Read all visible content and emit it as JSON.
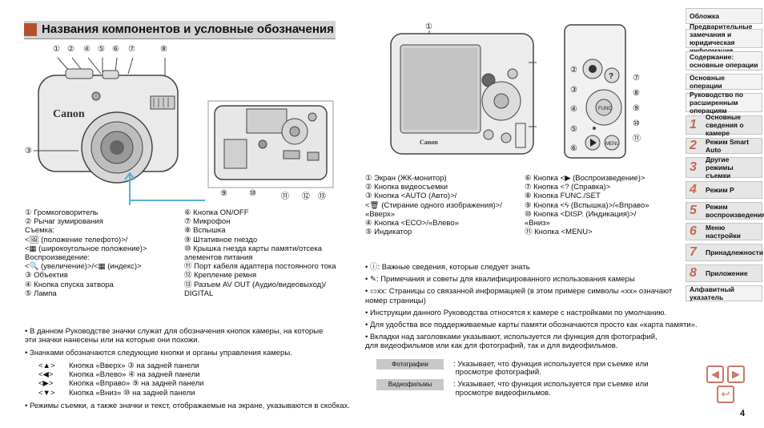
{
  "title": "Названия компонентов и условные обозначения",
  "callouts_top": [
    "①",
    "②",
    "④",
    "⑤",
    "⑥",
    "⑦",
    "⑧"
  ],
  "callout_3": "③",
  "callouts_bottom": [
    "⑨",
    "⑩",
    "⑪",
    "⑫",
    "⑬"
  ],
  "callout_back_1": "①",
  "callouts_back_left": [
    "②",
    "③",
    "④",
    "⑤",
    "⑥"
  ],
  "callouts_back_right": [
    "⑦",
    "⑧",
    "⑨",
    "⑩",
    "⑪"
  ],
  "brand": "Canon",
  "left_list_a": [
    "①  Громкоговоритель",
    "②  Рычаг зумирования",
    "      Съемка:",
    "        <🖼 (положение телефото)>/",
    "        <▦ (широкоугольное положение)>",
    "      Воспроизведение:",
    "        <🔍 (увеличение)>/<▦ (индекс)>",
    "③  Объектив",
    "④  Кнопка спуска затвора",
    "⑤  Лампа"
  ],
  "left_list_b": [
    "⑥  Кнопка ON/OFF",
    "⑦  Микрофон",
    "⑧  Вспышка",
    "⑨  Штативное гнездо",
    "⑩  Крышка гнезда карты памяти/отсека",
    "      элементов питания",
    "⑪  Порт кабеля адаптера постоянного тока",
    "⑫  Крепление ремня",
    "⑬  Разъем AV OUT (Аудио/видеовыход)/",
    "      DIGITAL"
  ],
  "right_list_a": [
    "①  Экран (ЖК-монитор)",
    "②  Кнопка видеосъемки",
    "③  Кнопка <AUTO (Авто)>/",
    "      <🗑 (Стирание одного изображения)>/",
    "      «Вверх»",
    "④  Кнопка <ECO>/«Влево»",
    "⑤  Индикатор"
  ],
  "right_list_b": [
    "⑥  Кнопка <▶ (Воспроизведение)>",
    "⑦  Кнопка <? (Справка)>",
    "⑧  Кнопка FUNC./SET",
    "⑨  Кнопка <ϟ (Вспышка)>/«Вправо»",
    "⑩  Кнопка <DISP. (Индикация)>/",
    "      «Вниз»",
    "⑪  Кнопка <MENU>"
  ],
  "notes_right": [
    "•  ⓘ: Важные сведения, которые следует знать",
    "•  ✎: Примечания и советы для квалифицированного использования камеры",
    "•  ▭xx: Страницы со связанной информацией (в этом примере символы «xx» означают",
    "    номер страницы)",
    "•  Инструкции данного Руководства относятся к камере с настройками по умолчанию.",
    "•  Для удобства все поддерживаемые карты памяти обозначаются просто как «карта памяти».",
    "•  Вкладки над заголовками указывают, используется ли функция для фотографий,",
    "    для видеофильмов или как для фотографий, так и для видеофильмов."
  ],
  "tag_photo": "Фотографии",
  "tag_photo_text": [
    ":   Указывает, что функция используется при съемке или",
    "     просмотре фотографий."
  ],
  "tag_video": "Видеофильмы",
  "tag_video_text": [
    ":   Указывает, что функция используется при съемке или",
    "     просмотре видеофильмов."
  ],
  "notes_left": [
    "•  В данном Руководстве значки служат для обозначения кнопок камеры, на которые",
    "    эти значки нанесены или на которые они похожи.",
    "•  Значками обозначаются следующие кнопки и органы управления камеры."
  ],
  "keys": [
    [
      "<▲>",
      "Кнопка «Вверх» ③ на задней панели"
    ],
    [
      "<◀>",
      "Кнопка «Влево» ④ на задней панели"
    ],
    [
      "<▶>",
      "Кнопка «Вправо» ⑨ на задней панели"
    ],
    [
      "<▼>",
      "Кнопка «Вниз» ⑩ на задней панели"
    ]
  ],
  "note_last": "•  Режимы съемки, а также значки и текст, отображаемые на экране, указываются в скобках.",
  "sidebar": [
    {
      "num": "",
      "label": "Обложка"
    },
    {
      "num": "",
      "label": "Предварительные замечания и юридическая информация"
    },
    {
      "num": "",
      "label": "Содержание: основные операции"
    },
    {
      "num": "",
      "label": "Основные операции"
    },
    {
      "num": "",
      "label": "Руководство по расширенным операциям"
    },
    {
      "num": "1",
      "label": "Основные сведения о камере"
    },
    {
      "num": "2",
      "label": "Режим Smart Auto"
    },
    {
      "num": "3",
      "label": "Другие режимы съемки"
    },
    {
      "num": "4",
      "label": "Режим P"
    },
    {
      "num": "5",
      "label": "Режим воспроизведения"
    },
    {
      "num": "6",
      "label": "Меню настройки"
    },
    {
      "num": "7",
      "label": "Принадлежности"
    },
    {
      "num": "8",
      "label": "Приложение"
    },
    {
      "num": "",
      "label": "Алфавитный указатель"
    }
  ],
  "nav": {
    "prev": "◀",
    "next": "▶",
    "back": "↩"
  },
  "page_number": "4"
}
